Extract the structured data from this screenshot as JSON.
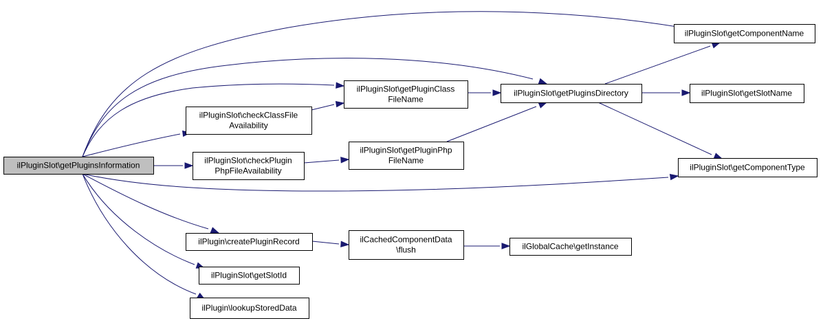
{
  "colors": {
    "edge": "#191970",
    "node_fill": "#ffffff",
    "root_fill": "#bfbfbf",
    "border": "#000000"
  },
  "nodes": {
    "getPluginsInformation": [
      "ilPluginSlot\\getPluginsInformation"
    ],
    "getComponentName": [
      "ilPluginSlot\\getComponentName"
    ],
    "getPluginClassFileName": [
      "ilPluginSlot\\getPluginClass",
      "FileName"
    ],
    "getPluginsDirectory": [
      "ilPluginSlot\\getPluginsDirectory"
    ],
    "getSlotName": [
      "ilPluginSlot\\getSlotName"
    ],
    "checkClassFileAvailability": [
      "ilPluginSlot\\checkClassFile",
      "Availability"
    ],
    "checkPluginPhpFileAvailability": [
      "ilPluginSlot\\checkPlugin",
      "PhpFileAvailability"
    ],
    "getPluginPhpFileName": [
      "ilPluginSlot\\getPluginPhp",
      "FileName"
    ],
    "getComponentType": [
      "ilPluginSlot\\getComponentType"
    ],
    "createPluginRecord": [
      "ilPlugin\\createPluginRecord"
    ],
    "cachedFlush": [
      "ilCachedComponentData",
      "\\flush"
    ],
    "getInstance": [
      "ilGlobalCache\\getInstance"
    ],
    "getSlotId": [
      "ilPluginSlot\\getSlotId"
    ],
    "lookupStoredData": [
      "ilPlugin\\lookupStoredData"
    ]
  },
  "edges": [
    [
      "getPluginsInformation",
      "getComponentName"
    ],
    [
      "getPluginsInformation",
      "getPluginsDirectory"
    ],
    [
      "getPluginsInformation",
      "getPluginClassFileName"
    ],
    [
      "getPluginsInformation",
      "checkClassFileAvailability"
    ],
    [
      "getPluginsInformation",
      "checkPluginPhpFileAvailability"
    ],
    [
      "getPluginsInformation",
      "getComponentType"
    ],
    [
      "getPluginsInformation",
      "createPluginRecord"
    ],
    [
      "getPluginsInformation",
      "getSlotId"
    ],
    [
      "getPluginsInformation",
      "lookupStoredData"
    ],
    [
      "checkClassFileAvailability",
      "getPluginClassFileName"
    ],
    [
      "getPluginClassFileName",
      "getPluginsDirectory"
    ],
    [
      "checkPluginPhpFileAvailability",
      "getPluginPhpFileName"
    ],
    [
      "getPluginPhpFileName",
      "getPluginsDirectory"
    ],
    [
      "getPluginsDirectory",
      "getComponentName"
    ],
    [
      "getPluginsDirectory",
      "getSlotName"
    ],
    [
      "getPluginsDirectory",
      "getComponentType"
    ],
    [
      "createPluginRecord",
      "cachedFlush"
    ],
    [
      "cachedFlush",
      "getInstance"
    ]
  ]
}
